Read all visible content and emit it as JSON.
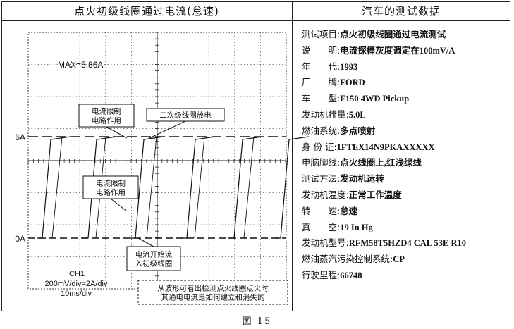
{
  "left_title": "点火初级线圈通过电流(怠速)",
  "right_title": "汽车的测试数据",
  "scope": {
    "max_label": "MAX=5.86A",
    "y_ticks": [
      "6A",
      "0A"
    ],
    "channel": "CH1",
    "scale_volts": "200mV/div=2A/div",
    "scale_time": "10ms/div",
    "annotations": [
      "电流限制\n电路作用",
      "二次级线圈放电",
      "电流限制\n电路作用",
      "电流开始流\n入初级线圈",
      "从波形可看出检测点火线圈点火时\n其通电电流是如何建立和消失的"
    ]
  },
  "test_data": [
    {
      "label": "测试项目:",
      "value": "点火初级线圈通过电流测试"
    },
    {
      "label": "说　　明:",
      "value": "电流探棒灰度调定在100mV/A"
    },
    {
      "label": "年　　代:",
      "value": "1993"
    },
    {
      "label": "厂　　牌:",
      "value": "FORD"
    },
    {
      "label": "车　　型:",
      "value": "F150 4WD Pickup"
    },
    {
      "label": "发动机排量:",
      "value": "5.0L"
    },
    {
      "label": "燃油系统:",
      "value": "多点喷射"
    },
    {
      "label": "身 份 证:",
      "value": "1FTEX14N9PKAXXXXX"
    },
    {
      "label": "电脑脚线:",
      "value": "点火线圈上,红浅绿线"
    },
    {
      "label": "测试方法:",
      "value": "发动机运转"
    },
    {
      "label": "发动机温度:",
      "value": "正常工作温度"
    },
    {
      "label": "转　　速:",
      "value": "怠速"
    },
    {
      "label": "真　　空:",
      "value": "19 In Hg"
    },
    {
      "label": "发动机型号:",
      "value": "RFM58T5HZD4 CAL 53E R10"
    },
    {
      "label": "燃油蒸汽污染控制系统:",
      "value": "CP"
    },
    {
      "label": "行驶里程:",
      "value": "66748"
    }
  ],
  "caption": "图 15"
}
